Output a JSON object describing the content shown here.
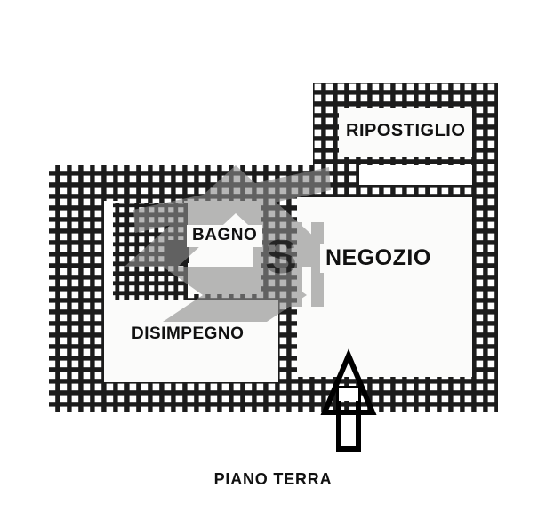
{
  "document": {
    "type": "floor-plan",
    "caption": "PIANO TERRA",
    "title": "PIANO TERRA"
  },
  "rooms": [
    {
      "id": "ripostiglio",
      "label": "RIPOSTIGLIO"
    },
    {
      "id": "negozio",
      "label": "NEGOZIO"
    },
    {
      "id": "bagno",
      "label": "BAGNO"
    },
    {
      "id": "disimpegno",
      "label": "DISIMPEGNO"
    }
  ],
  "annotations": {
    "entrance_marker": "entrance-arrow",
    "watermark_letter": "S"
  },
  "colors": {
    "wall": "#1c1c1c",
    "wall_hatch": "#ffffff",
    "room_fill": "#fbfbfa",
    "background": "#ffffff",
    "text": "#111111",
    "watermark": "#8c8c8c"
  }
}
